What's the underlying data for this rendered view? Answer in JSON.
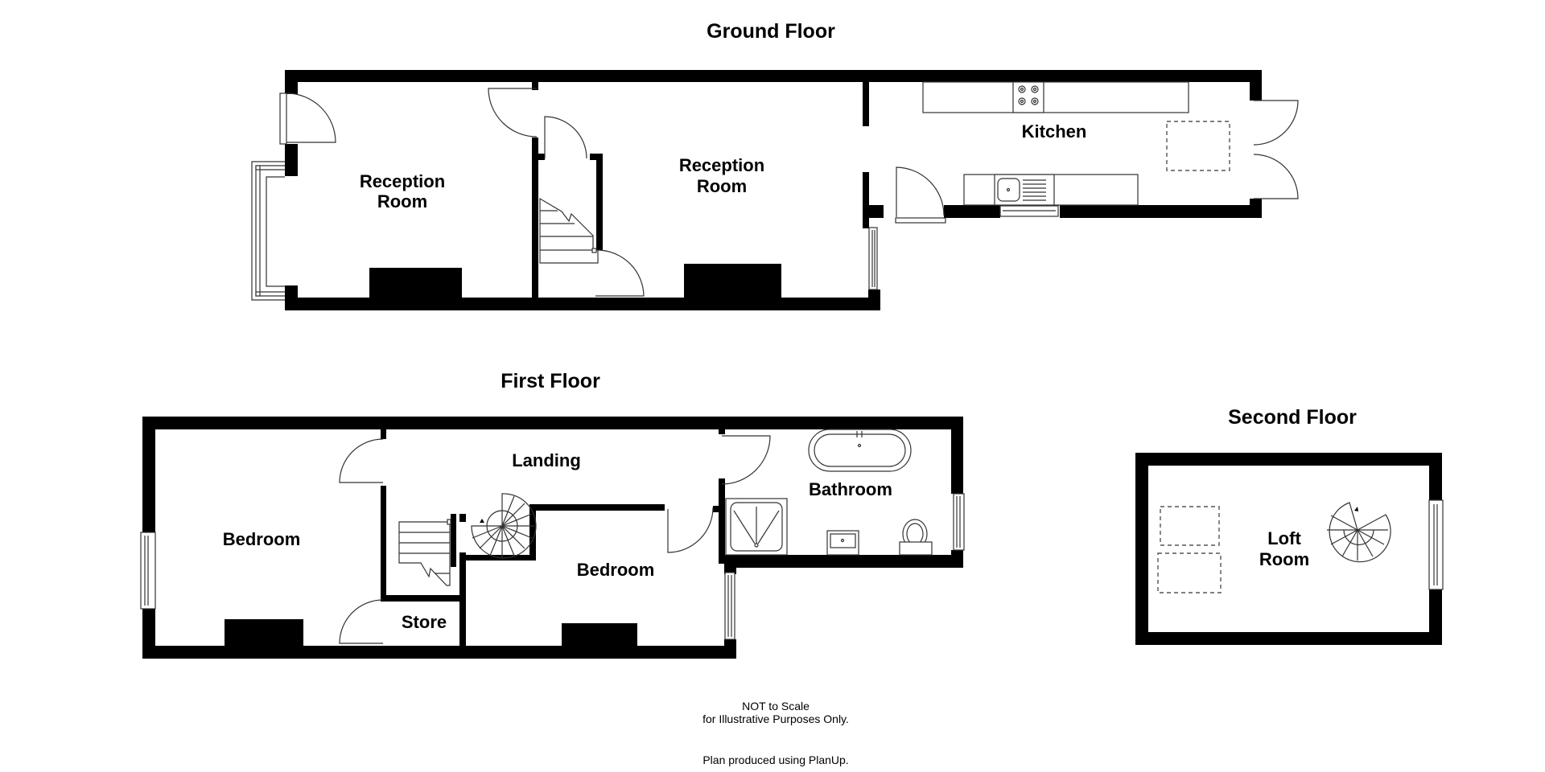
{
  "floors": {
    "ground": {
      "title": "Ground Floor",
      "rooms": {
        "reception1": [
          "Reception",
          "Room"
        ],
        "reception2": [
          "Reception",
          "Room"
        ],
        "kitchen": "Kitchen"
      }
    },
    "first": {
      "title": "First Floor",
      "rooms": {
        "bedroom1": "Bedroom",
        "landing": "Landing",
        "bathroom": "Bathroom",
        "bedroom2": "Bedroom",
        "store": "Store"
      }
    },
    "second": {
      "title": "Second Floor",
      "rooms": {
        "loft": [
          "Loft",
          "Room"
        ]
      }
    }
  },
  "footer": {
    "line1": "NOT to Scale",
    "line2": "for Illustrative Purposes Only.",
    "line3": "Plan produced using PlanUp."
  },
  "colors": {
    "wall": "#000000",
    "background": "#ffffff",
    "fixture_stroke": "#333333"
  },
  "icons": [
    "door-swing-icon",
    "window-icon",
    "staircase-icon",
    "spiral-staircase-icon",
    "fireplace-icon",
    "hob-icon",
    "sink-icon",
    "bath-icon",
    "shower-icon",
    "basin-icon",
    "toilet-icon",
    "skylight-icon"
  ]
}
